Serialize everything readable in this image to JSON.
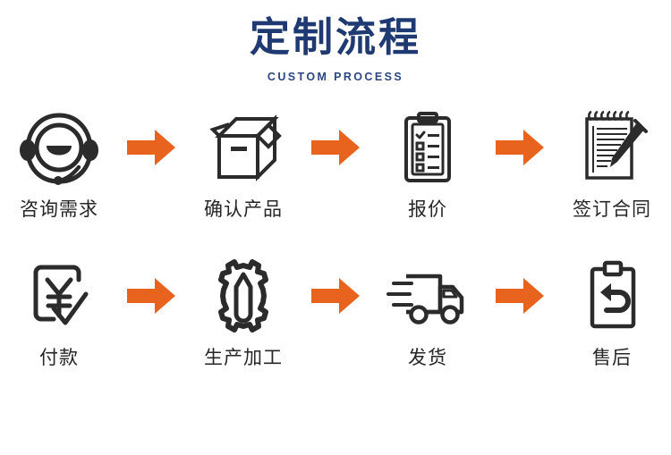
{
  "header": {
    "title": "定制流程",
    "subtitle": "CUSTOM PROCESS",
    "title_color": "#1F3A72",
    "subtitle_color": "#2C4682"
  },
  "theme": {
    "background": "#FFFFFF",
    "arrow_color": "#E8641E",
    "icon_color": "#2B2B2B",
    "label_color": "#262626"
  },
  "flow": {
    "arrow_icon": "arrow-right-icon",
    "rows": [
      {
        "steps": [
          {
            "label": "咨询需求",
            "icon": "headset-support-icon"
          },
          {
            "label": "确认产品",
            "icon": "package-box-icon"
          },
          {
            "label": "报价",
            "icon": "clipboard-checklist-icon"
          },
          {
            "label": "签订合同",
            "icon": "notepad-pen-icon"
          }
        ]
      },
      {
        "steps": [
          {
            "label": "付款",
            "icon": "payment-yuan-check-icon"
          },
          {
            "label": "生产加工",
            "icon": "gear-tool-icon"
          },
          {
            "label": "发货",
            "icon": "delivery-truck-icon"
          },
          {
            "label": "售后",
            "icon": "clipboard-return-arrow-icon"
          }
        ]
      }
    ]
  }
}
